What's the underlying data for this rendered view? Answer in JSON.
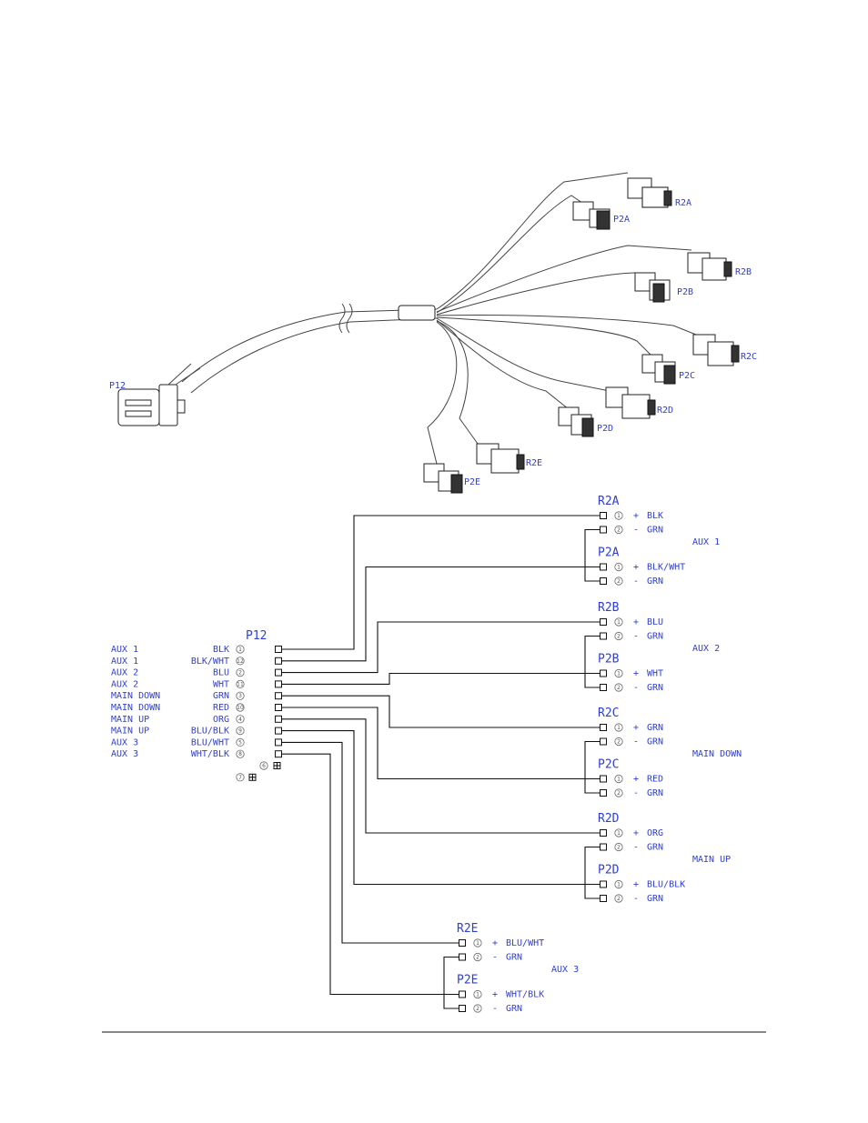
{
  "illustration": {
    "labels": {
      "p12": "P12",
      "p2a": "P2A",
      "r2a": "R2A",
      "p2b": "P2B",
      "r2b": "R2B",
      "p2c": "P2C",
      "r2c": "R2C",
      "p2d": "P2D",
      "r2d": "R2D",
      "p2e": "P2E",
      "r2e": "R2E"
    }
  },
  "p12": {
    "title": "P12",
    "rows": [
      {
        "func": "AUX 1",
        "color": "BLK",
        "pin": "1"
      },
      {
        "func": "AUX 1",
        "color": "BLK/WHT",
        "pin": "12"
      },
      {
        "func": "AUX 2",
        "color": "BLU",
        "pin": "2"
      },
      {
        "func": "AUX 2",
        "color": "WHT",
        "pin": "11"
      },
      {
        "func": "MAIN DOWN",
        "color": "GRN",
        "pin": "3"
      },
      {
        "func": "MAIN DOWN",
        "color": "RED",
        "pin": "10"
      },
      {
        "func": "MAIN UP",
        "color": "ORG",
        "pin": "4"
      },
      {
        "func": "MAIN UP",
        "color": "BLU/BLK",
        "pin": "9"
      },
      {
        "func": "AUX 3",
        "color": "BLU/WHT",
        "pin": "5"
      },
      {
        "func": "AUX 3",
        "color": "WHT/BLK",
        "pin": "8"
      },
      {
        "func": "",
        "color": "",
        "pin": "6"
      },
      {
        "func": "",
        "color": "",
        "pin": "7"
      }
    ]
  },
  "groups": [
    {
      "function": "AUX 1",
      "connectors": [
        {
          "name": "R2A",
          "pins": [
            {
              "num": "1",
              "sign": "+",
              "color": "BLK"
            },
            {
              "num": "2",
              "sign": "-",
              "color": "GRN"
            }
          ]
        },
        {
          "name": "P2A",
          "pins": [
            {
              "num": "1",
              "sign": "+",
              "color": "BLK/WHT"
            },
            {
              "num": "2",
              "sign": "-",
              "color": "GRN"
            }
          ]
        }
      ]
    },
    {
      "function": "AUX 2",
      "connectors": [
        {
          "name": "R2B",
          "pins": [
            {
              "num": "1",
              "sign": "+",
              "color": "BLU"
            },
            {
              "num": "2",
              "sign": "-",
              "color": "GRN"
            }
          ]
        },
        {
          "name": "P2B",
          "pins": [
            {
              "num": "1",
              "sign": "+",
              "color": "WHT"
            },
            {
              "num": "2",
              "sign": "-",
              "color": "GRN"
            }
          ]
        }
      ]
    },
    {
      "function": "MAIN DOWN",
      "connectors": [
        {
          "name": "R2C",
          "pins": [
            {
              "num": "1",
              "sign": "+",
              "color": "GRN"
            },
            {
              "num": "2",
              "sign": "-",
              "color": "GRN"
            }
          ]
        },
        {
          "name": "P2C",
          "pins": [
            {
              "num": "1",
              "sign": "+",
              "color": "RED"
            },
            {
              "num": "2",
              "sign": "-",
              "color": "GRN"
            }
          ]
        }
      ]
    },
    {
      "function": "MAIN UP",
      "connectors": [
        {
          "name": "R2D",
          "pins": [
            {
              "num": "1",
              "sign": "+",
              "color": "ORG"
            },
            {
              "num": "2",
              "sign": "-",
              "color": "GRN"
            }
          ]
        },
        {
          "name": "P2D",
          "pins": [
            {
              "num": "1",
              "sign": "+",
              "color": "BLU/BLK"
            },
            {
              "num": "2",
              "sign": "-",
              "color": "GRN"
            }
          ]
        }
      ]
    },
    {
      "function": "AUX 3",
      "connectors": [
        {
          "name": "R2E",
          "pins": [
            {
              "num": "1",
              "sign": "+",
              "color": "BLU/WHT"
            },
            {
              "num": "2",
              "sign": "-",
              "color": "GRN"
            }
          ]
        },
        {
          "name": "P2E",
          "pins": [
            {
              "num": "1",
              "sign": "+",
              "color": "WHT/BLK"
            },
            {
              "num": "2",
              "sign": "-",
              "color": "GRN"
            }
          ]
        }
      ]
    }
  ],
  "colors": {
    "label_blue": "#2f3fd0",
    "line": "#111111",
    "background": "#ffffff"
  }
}
